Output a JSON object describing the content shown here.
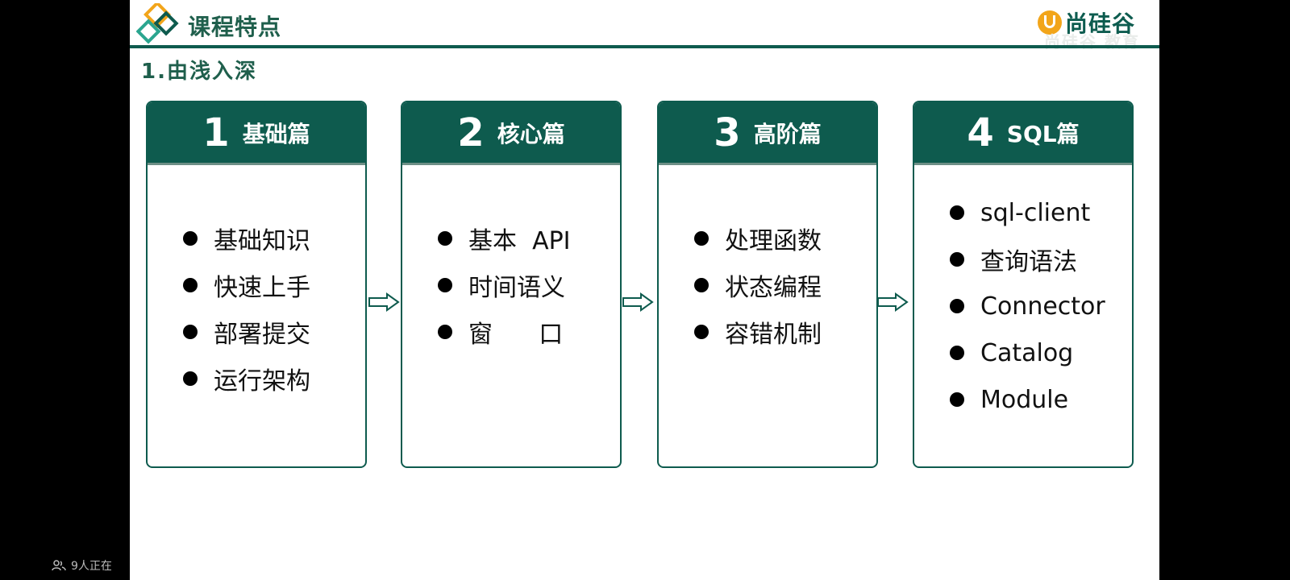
{
  "slide": {
    "title": "课程特点",
    "brand": "尚硅谷",
    "brand_ghost": "尚硅谷 教育",
    "subtitle": "1.由浅入深"
  },
  "cards": [
    {
      "num": "1",
      "title": "基础篇",
      "items": [
        "基础知识",
        "快速上手",
        "部署提交",
        "运行架构"
      ]
    },
    {
      "num": "2",
      "title": "核心篇",
      "items": [
        "基本  API",
        "时间语义",
        "窗      口"
      ]
    },
    {
      "num": "3",
      "title": "高阶篇",
      "items": [
        "处理函数",
        "状态编程",
        "容错机制"
      ]
    },
    {
      "num": "4",
      "title": "SQL篇",
      "items": [
        "sql-client",
        "查询语法",
        "Connector",
        "Catalog",
        "Module"
      ]
    }
  ],
  "viewer": {
    "text": "9人正在"
  },
  "colors": {
    "primary": "#0e5b4e",
    "accent": "#f2a51a",
    "title_green": "#1f5f4c"
  }
}
